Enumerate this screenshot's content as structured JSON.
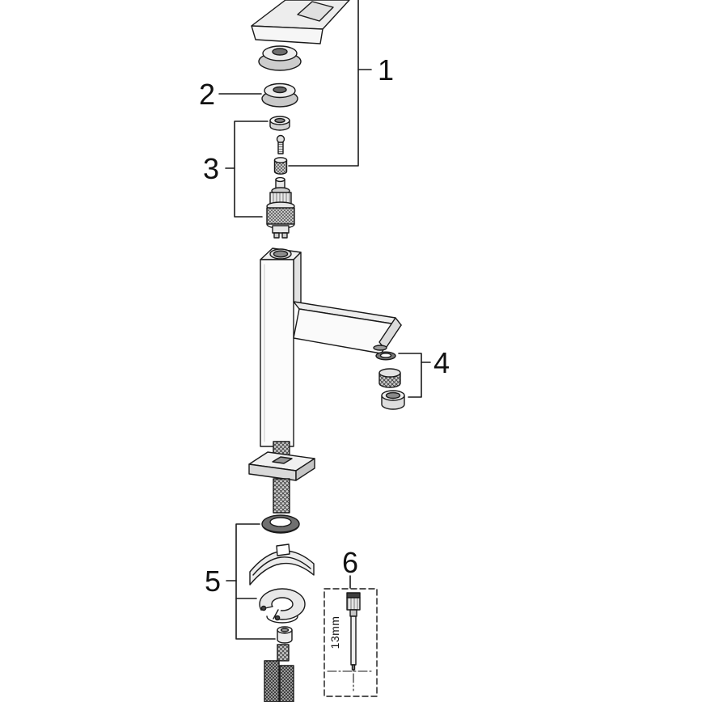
{
  "diagram": {
    "background": "#ffffff",
    "line_color": "#1a1a1a",
    "labels": {
      "part1": "1",
      "part2": "2",
      "part3": "3",
      "part4": "4",
      "part5": "5",
      "part6": "6"
    },
    "tool_size_label": "13mm"
  }
}
